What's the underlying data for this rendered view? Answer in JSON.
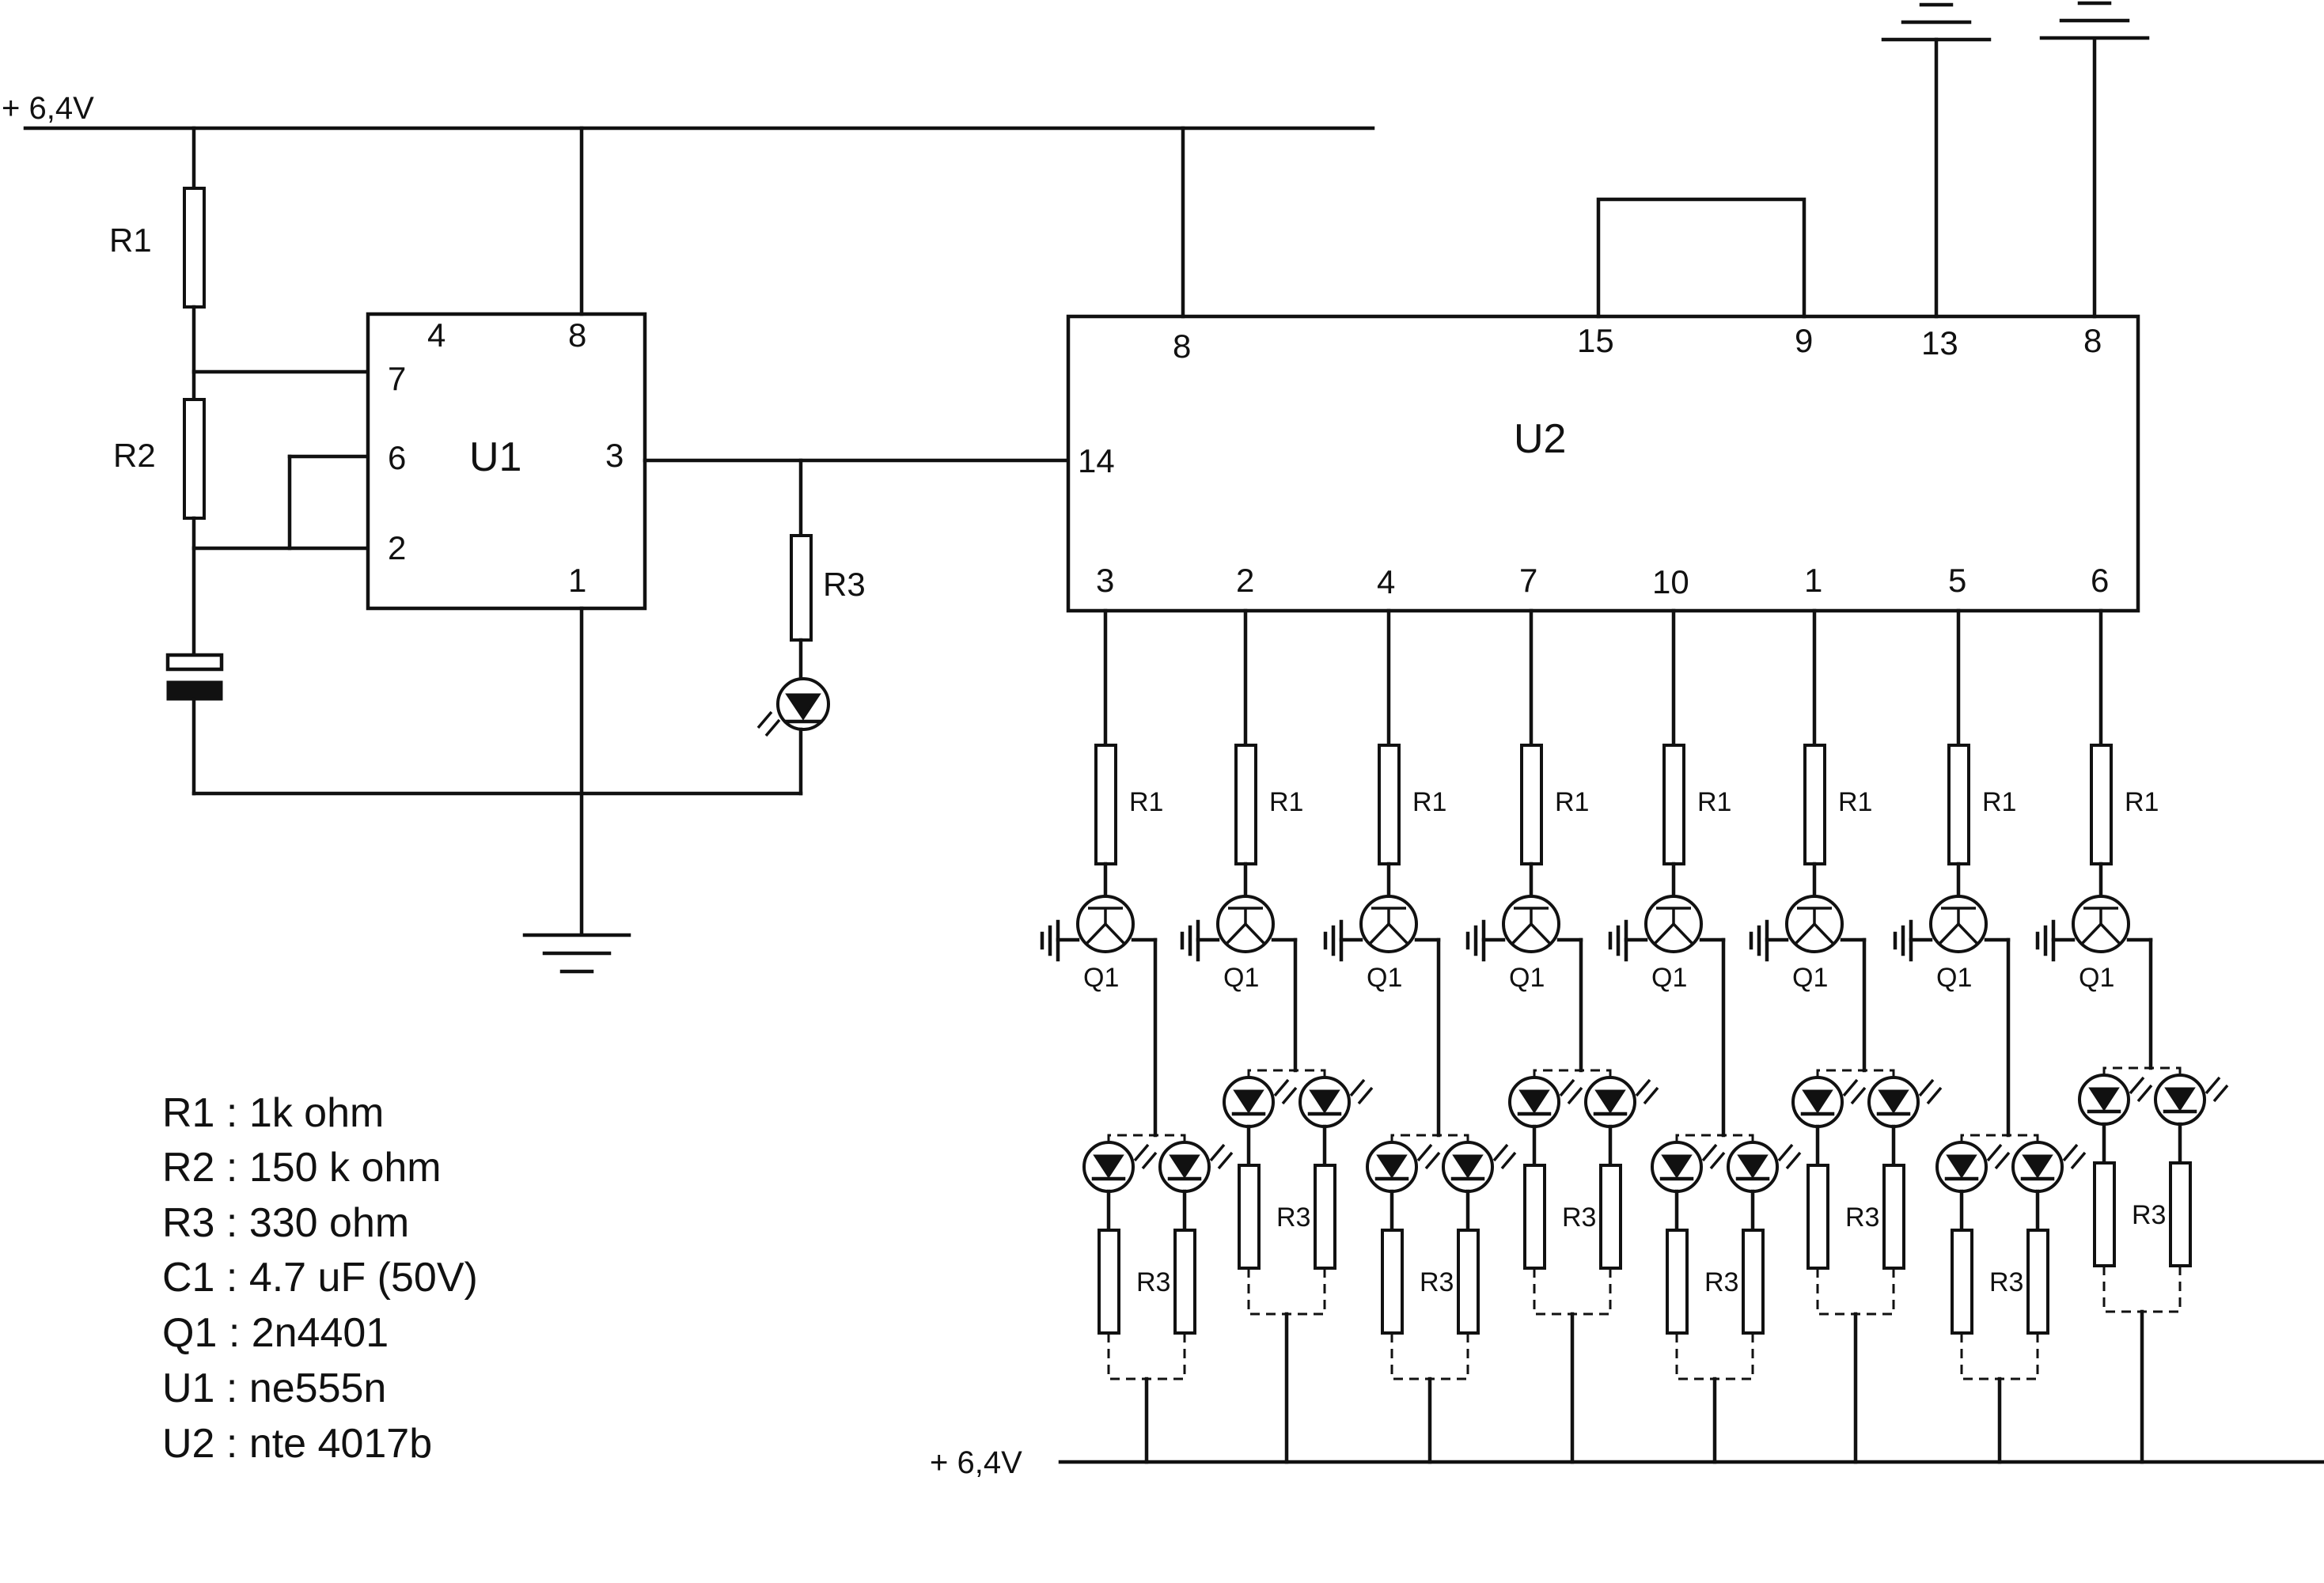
{
  "supply": {
    "top_label": "+ 6,4V",
    "bottom_label": "+ 6,4V"
  },
  "u1": {
    "name": "U1",
    "pins": {
      "p4": "4",
      "p8": "8",
      "p7": "7",
      "p6": "6",
      "p2": "2",
      "p3": "3",
      "p1": "1"
    },
    "r1": "R1",
    "r2": "R2",
    "r3": "R3"
  },
  "u2": {
    "name": "U2",
    "pins": {
      "top_a": "8",
      "top_b": "15",
      "top_c": "9",
      "top_d": "13",
      "top_e": "8",
      "left": "14",
      "out": [
        "3",
        "2",
        "4",
        "7",
        "10",
        "1",
        "5",
        "6"
      ]
    }
  },
  "stages": {
    "resistor_label": "R1",
    "transistor_label": "Q1",
    "led_resistor_label": "R3"
  },
  "legend": [
    "R1 :  1k ohm",
    "R2 :  150 k ohm",
    "R3 : 330 ohm",
    "C1 : 4.7 uF (50V)",
    "Q1 : 2n4401",
    "U1 : ne555n",
    "U2 : nte 4017b"
  ]
}
